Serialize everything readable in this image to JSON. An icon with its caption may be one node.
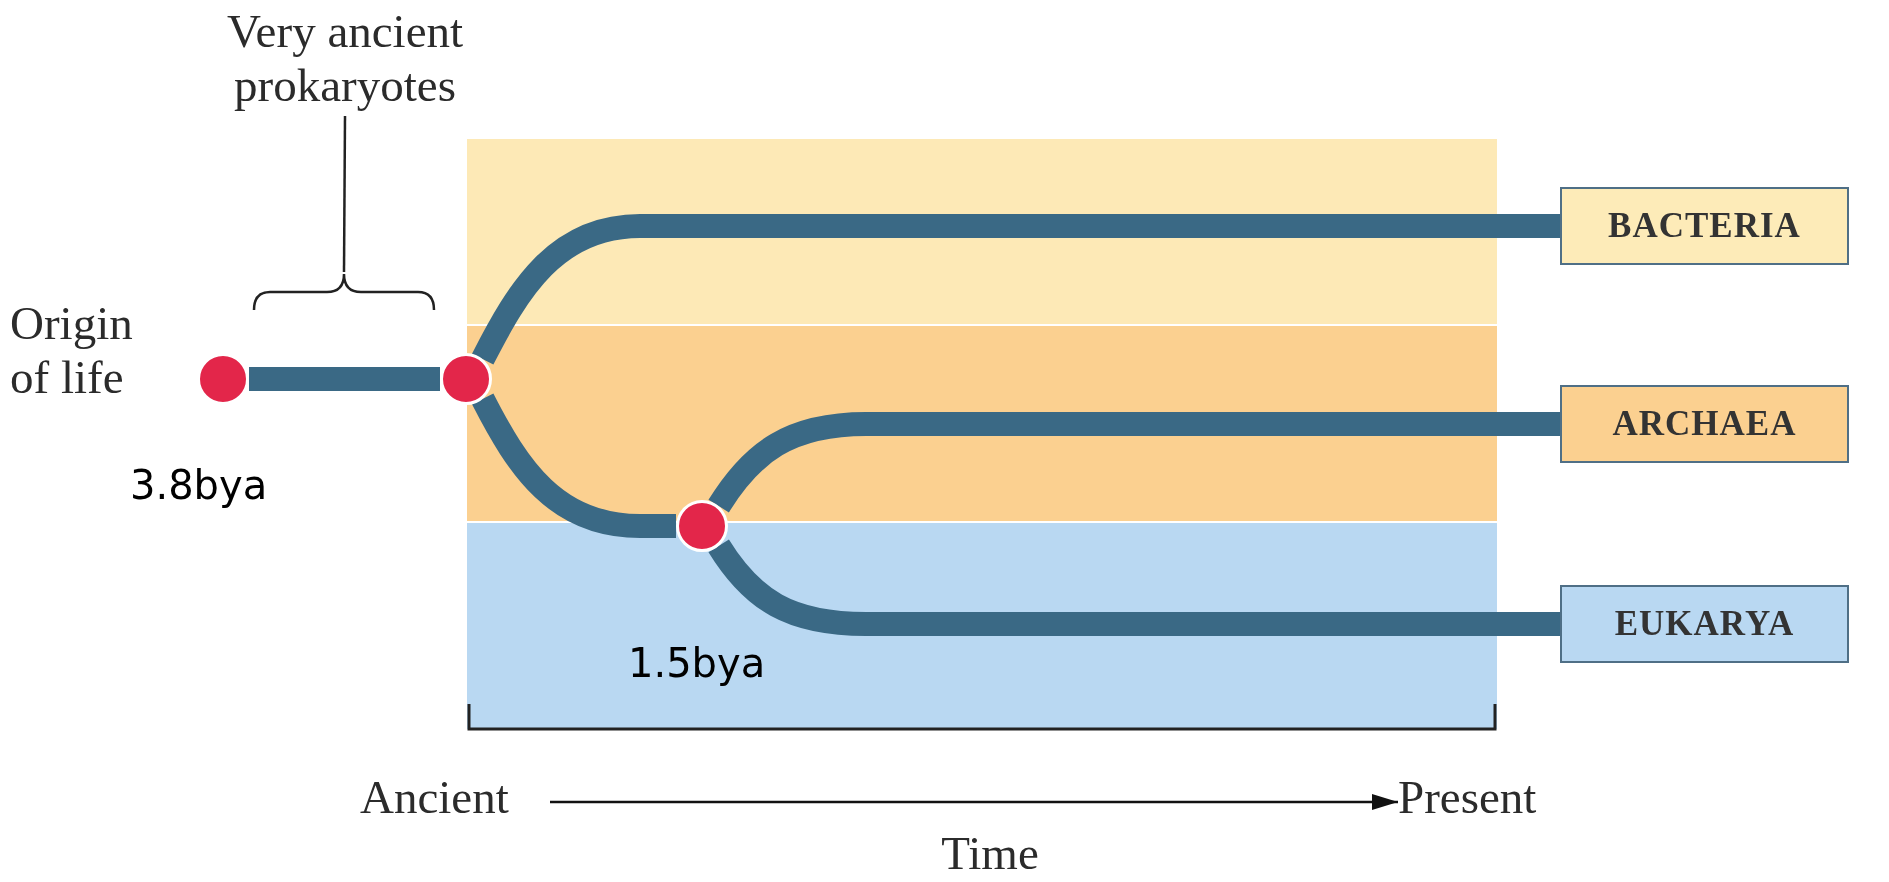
{
  "diagram": {
    "nodes": [
      {
        "text": [
          "Very ancient prokaryotes"
        ]
      },
      {
        "text": [],
        "shape": "brace"
      },
      {
        "text": [],
        "shape": "circle",
        "beside": [
          "Origin of life",
          "3.8bya"
        ]
      },
      {
        "text": [],
        "shape": "circle"
      },
      {
        "text": [
          "BACTERIA"
        ]
      },
      {
        "text": [
          "ARCHAEA"
        ]
      },
      {
        "text": [],
        "shape": "circle",
        "beside": [
          "1.5bya"
        ]
      },
      {
        "text": [
          "EUKARYA"
        ]
      },
      {
        "text": [
          "Ancient"
        ]
      },
      {
        "text": [
          "Present"
        ]
      }
    ],
    "edges": [
      {
        "from": 0,
        "to": 1,
        "arrow": "none",
        "color": "#222222"
      },
      {
        "from": 2,
        "to": 3,
        "arrow": "none"
      },
      {
        "from": 3,
        "to": 4,
        "arrow": "none"
      },
      {
        "from": 3,
        "to": 6,
        "arrow": "none"
      },
      {
        "from": 6,
        "to": 5,
        "arrow": "none"
      },
      {
        "from": 6,
        "to": 7,
        "arrow": "none"
      },
      {
        "from": 8,
        "to": 9,
        "arrow": "to",
        "color": "#111111"
      }
    ],
    "labels": [
      "Time"
    ]
  }
}
